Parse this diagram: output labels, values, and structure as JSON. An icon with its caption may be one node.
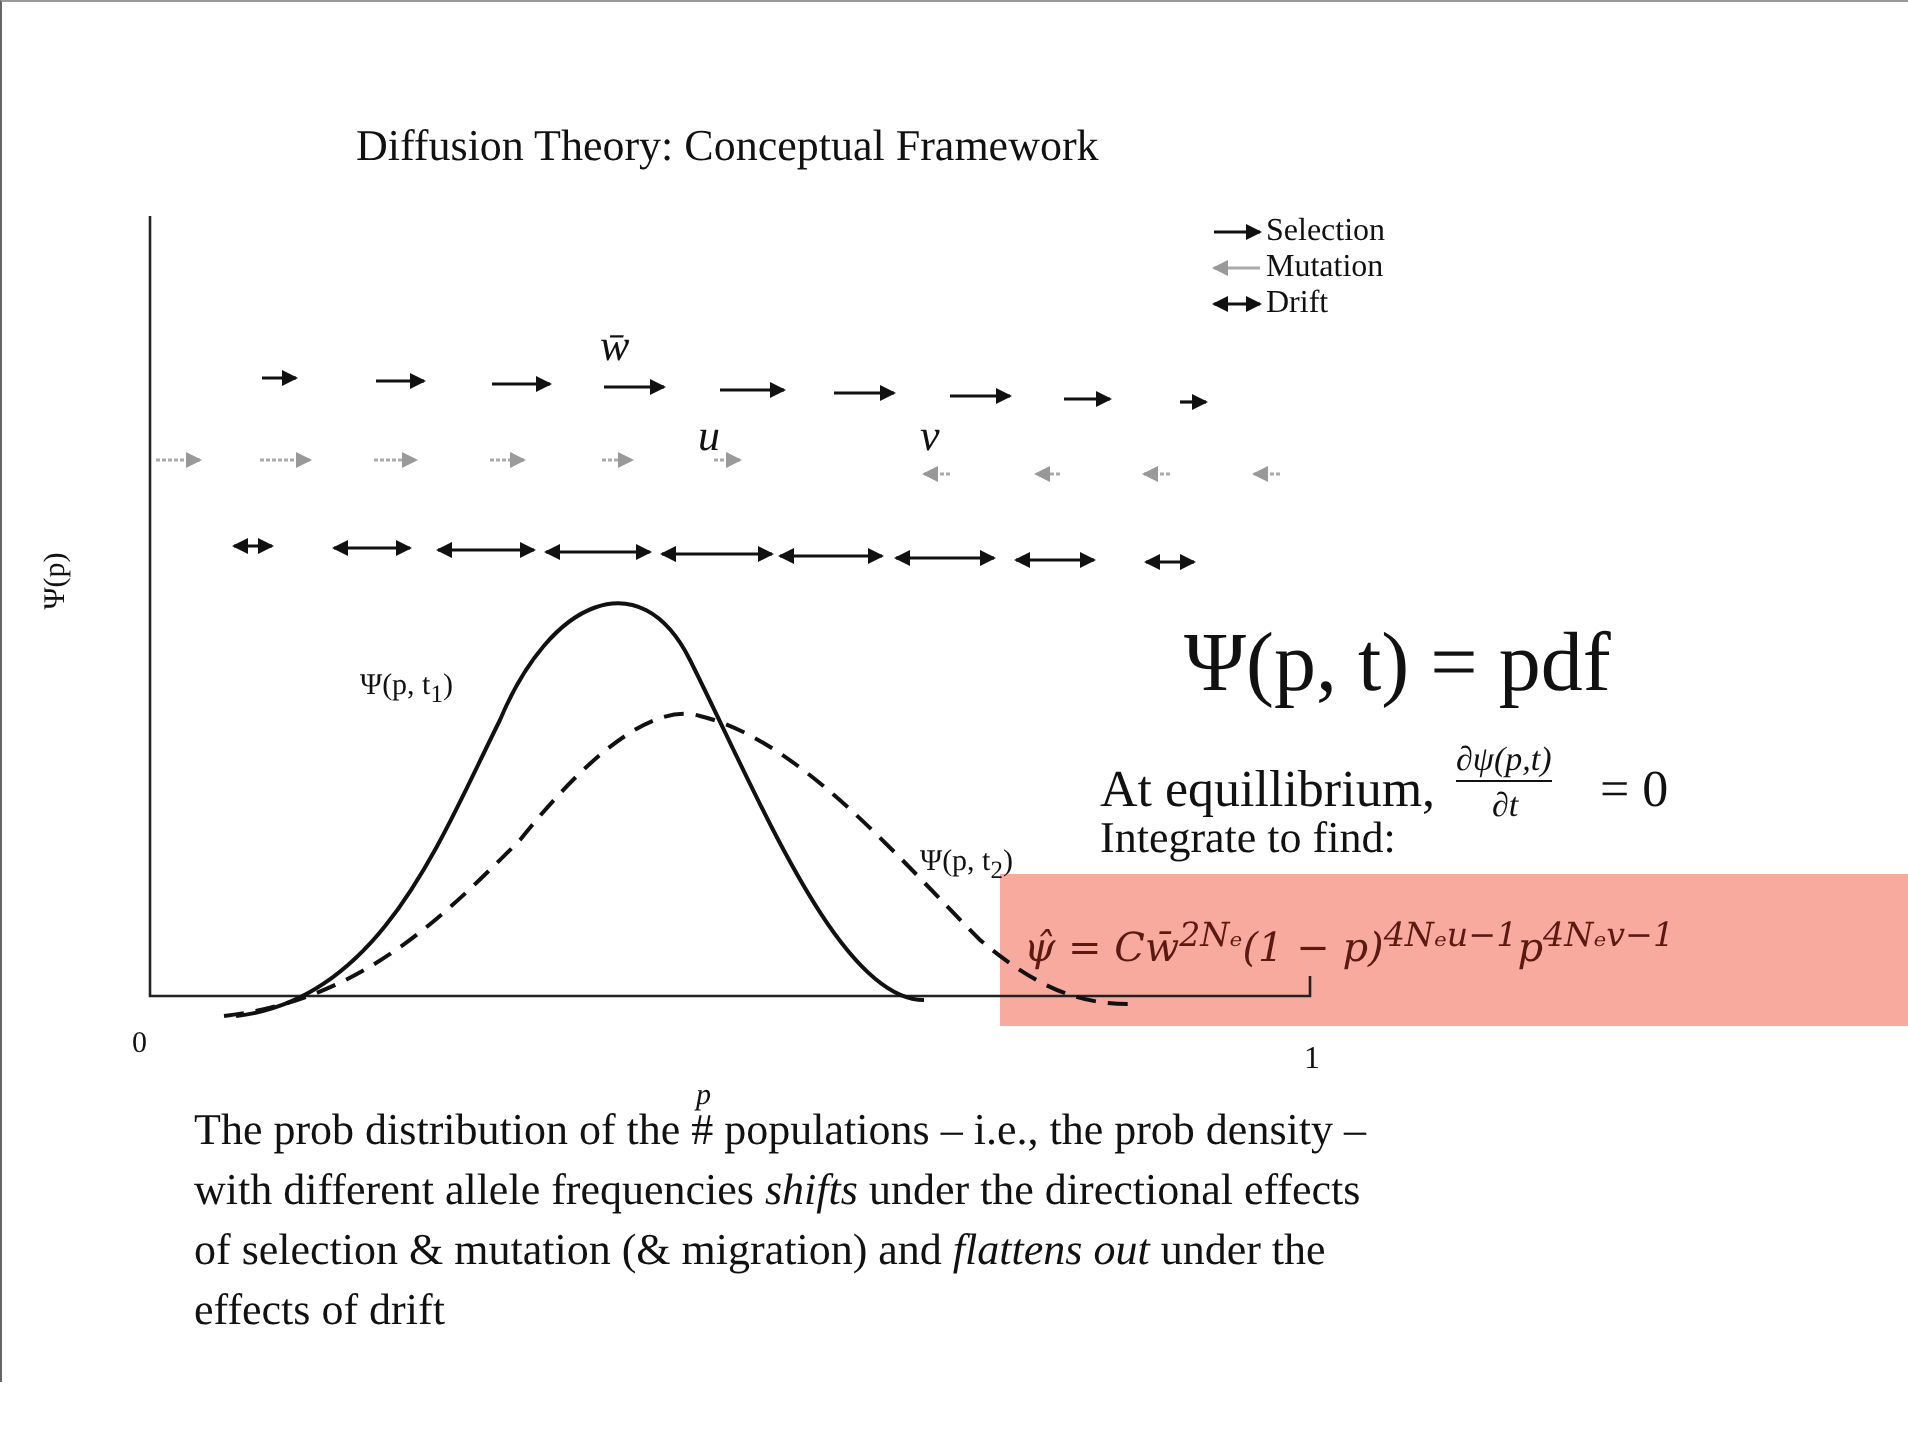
{
  "diagram": {
    "title": "Diffusion Theory: Conceptual Framework",
    "caption": "The prob distribution of the # populations – i.e., the  prob density – with different allele frequencies *shifts* under the directional effects of selection & mutation (& migration)  and *flattens out* under the effects of drift",
    "labels": [
      "w̄",
      "u",
      "v",
      "Ψ(p)",
      "Ψ(p, t) = pdf",
      "Ψ(p, t$_{1}$)",
      "At equillibrium,",
      "∂ψ(p,t)",
      "∂t",
      "= 0",
      "Ψ(p, t$_{2}$)",
      "Integrate to find:",
      "ψ̂ = Cw̄$^{2Nₑ}$(1 − p)$^{4Nₑu−1}$p$^{4Nₑv−1}$",
      "0",
      "1",
      "p"
    ],
    "legend": [
      {
        "text": "Selection"
      },
      {
        "text": "Mutation"
      },
      {
        "text": "Drift"
      }
    ]
  }
}
